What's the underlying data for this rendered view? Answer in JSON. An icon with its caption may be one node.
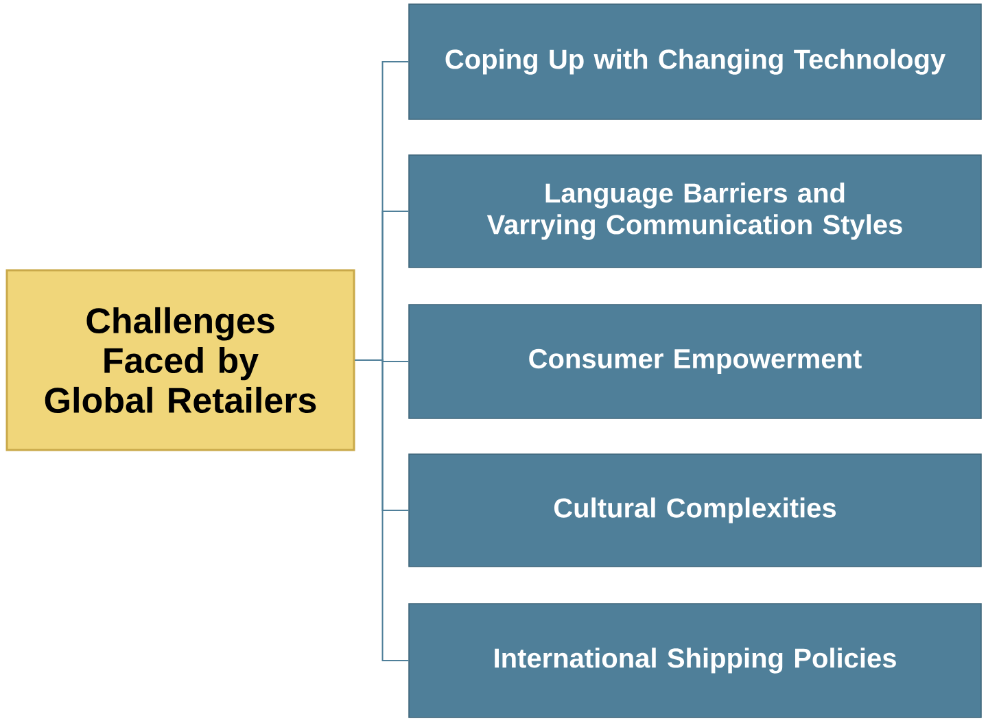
{
  "diagram": {
    "nodes": [
      {
        "text": [
          "Challenges Faced by Global Retailers"
        ]
      },
      {
        "text": [
          "Coping Up with Changing Technology"
        ]
      },
      {
        "text": [
          "Language Barriers and Varrying Communication Styles"
        ]
      },
      {
        "text": [
          "Consumer Empowerment"
        ]
      },
      {
        "text": [
          "Cultural Complexities"
        ]
      },
      {
        "text": [
          "International Shipping Policies"
        ]
      }
    ],
    "edges": [
      {
        "from": 0,
        "to": 1,
        "arrow": "none"
      },
      {
        "from": 0,
        "to": 2,
        "arrow": "none"
      },
      {
        "from": 0,
        "to": 3,
        "arrow": "none"
      },
      {
        "from": 0,
        "to": 4,
        "arrow": "none"
      },
      {
        "from": 0,
        "to": 5,
        "arrow": "none"
      }
    ]
  }
}
